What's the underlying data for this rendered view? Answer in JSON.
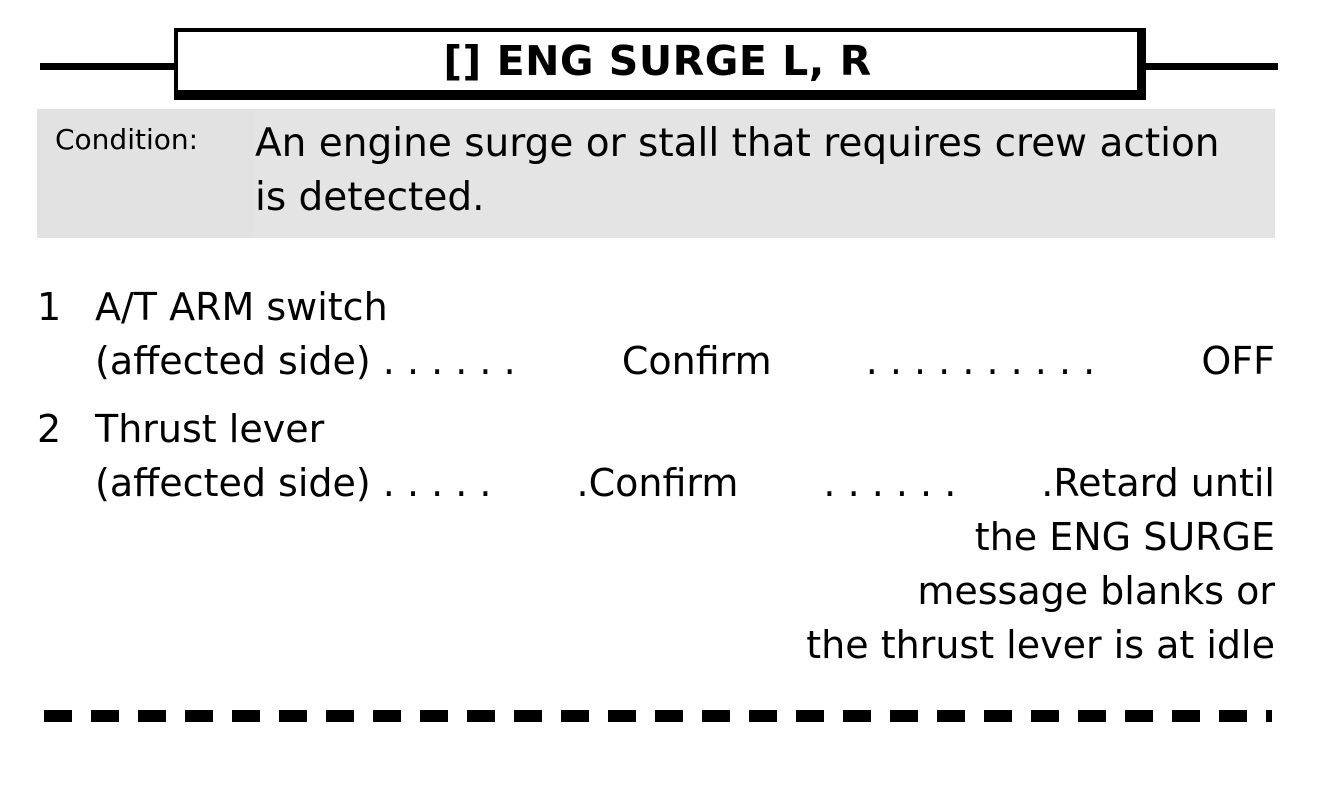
{
  "title": {
    "text": "[] ENG SURGE L, R"
  },
  "condition": {
    "label": "Condition:",
    "text": "An engine surge or stall that requires crew action is detected."
  },
  "steps": [
    {
      "number": "1",
      "line1": "A/T ARM switch",
      "line2_left": "(affected side) . . . . . . ",
      "line2_mid": "Confirm",
      "line2_leader": ". . . . . . . . . . ",
      "line2_right": "OFF",
      "continuations": []
    },
    {
      "number": "2",
      "line1": "Thrust lever",
      "line2_left": "(affected side) . . . . . ",
      "line2_mid": ".Confirm ",
      "line2_leader": ". . . . . . ",
      "line2_right": ".Retard until",
      "continuations": [
        "the ENG SURGE",
        "message blanks or",
        "the thrust lever is at idle"
      ]
    }
  ],
  "separator": {
    "style": "dashed-rule"
  },
  "colors": {
    "condition_background": "#e4e4e4",
    "text": "#000000",
    "page_background": "#ffffff"
  }
}
